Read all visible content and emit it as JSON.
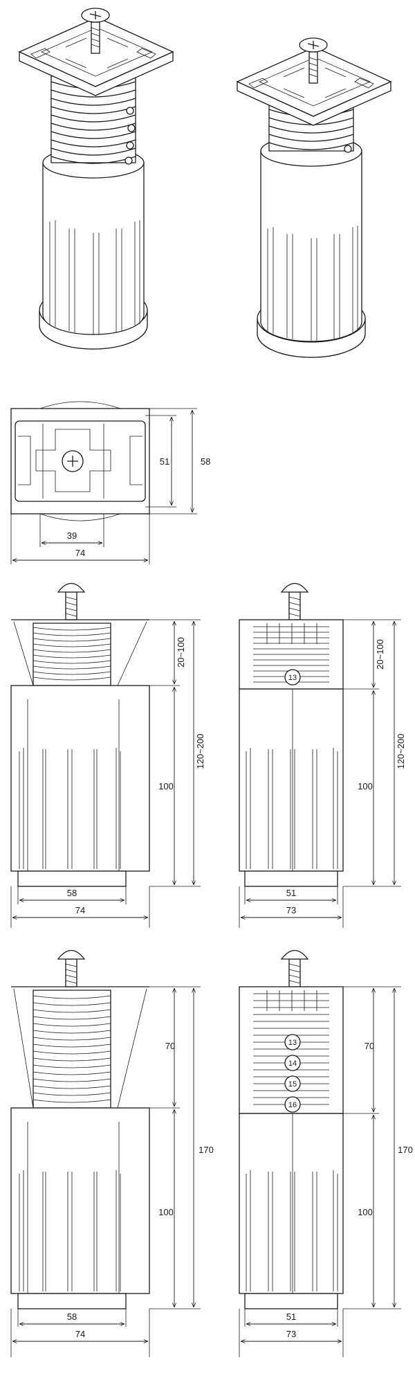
{
  "drawing": {
    "top_view": {
      "width_outer": "74",
      "width_inner": "39",
      "height_outer": "58",
      "height_inner": "51"
    },
    "view_a": {
      "top_height": "20~100",
      "total_height": "120~200",
      "body_height": "100",
      "base_width": "58",
      "total_width": "74"
    },
    "view_b": {
      "top_height": "20~100",
      "total_height": "120~200",
      "body_height": "100",
      "base_width": "51",
      "total_width": "73",
      "ring_label": "13"
    },
    "view_c": {
      "top_height": "70",
      "total_height": "170",
      "body_height": "100",
      "base_width": "58",
      "total_width": "74"
    },
    "view_d": {
      "top_height": "70",
      "total_height": "170",
      "body_height": "100",
      "base_width": "51",
      "total_width": "73",
      "ring_labels": [
        "13",
        "14",
        "15",
        "16"
      ]
    }
  },
  "colors": {
    "line": "#1a1a1a",
    "background": "#ffffff"
  }
}
